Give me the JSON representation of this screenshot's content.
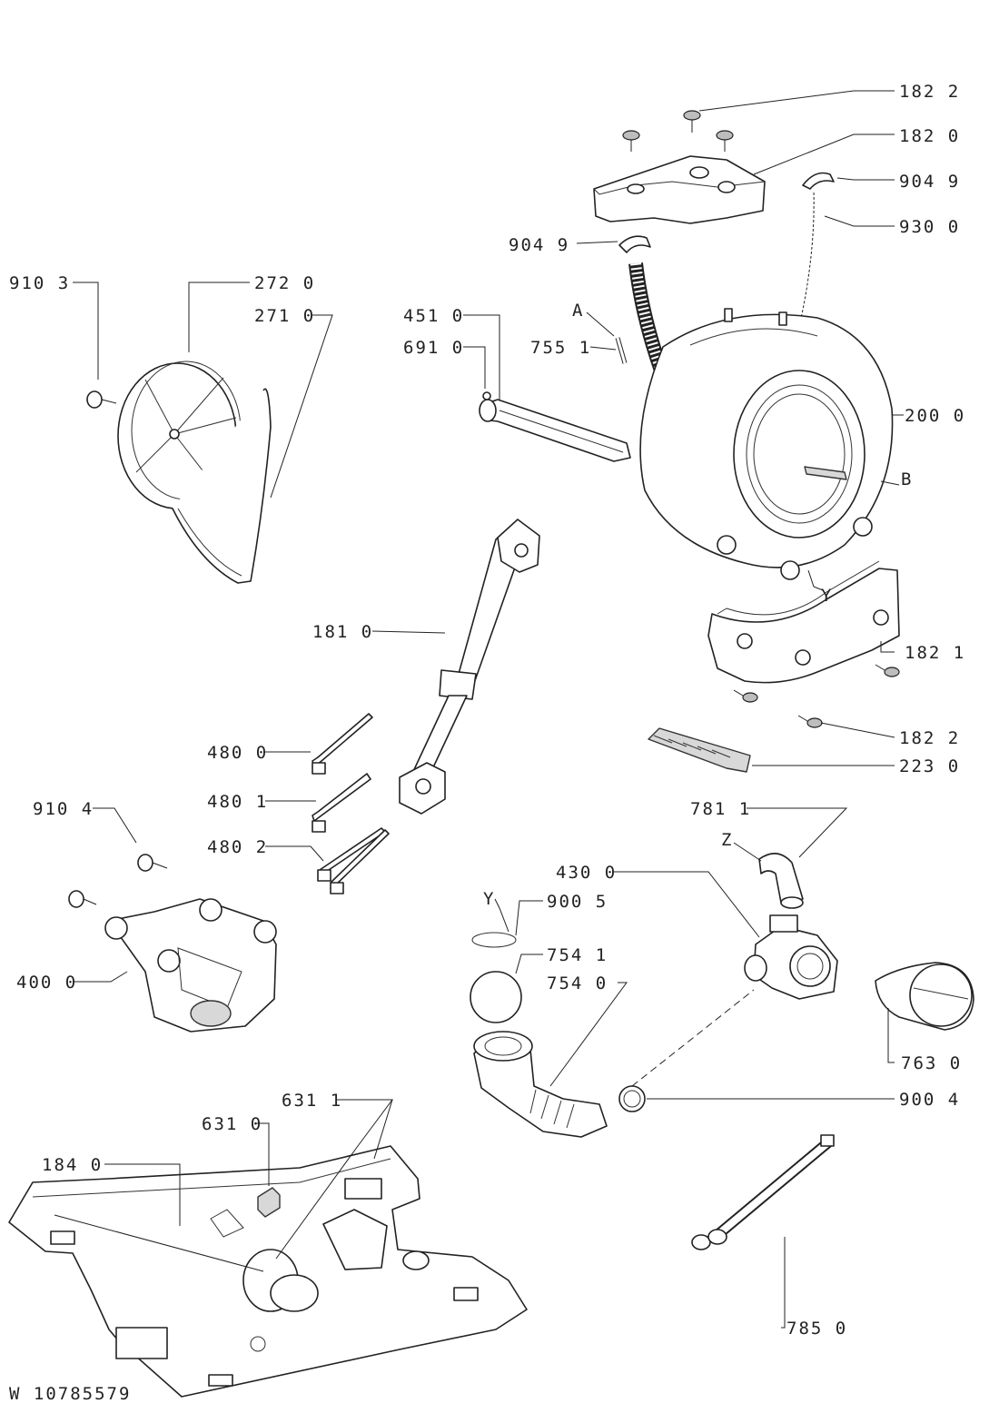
{
  "document": {
    "drawing_number": "W 10785579"
  },
  "callouts": {
    "c182_2_top": "182 2",
    "c182_0": "182 0",
    "c904_9_right": "904 9",
    "c930_0": "930 0",
    "c904_9_left": "904 9",
    "c910_3": "910 3",
    "c272_0": "272 0",
    "c271_0": "271 0",
    "c451_0": "451 0",
    "c691_0": "691 0",
    "c755_1": "755 1",
    "letter_A": "A",
    "c200_0": "200 0",
    "letter_B": "B",
    "letter_Y_tub": "Y",
    "c181_0": "181 0",
    "c182_1": "182 1",
    "c182_2_bottom": "182 2",
    "c223_0": "223 0",
    "c480_0": "480 0",
    "c480_1": "480 1",
    "c480_2": "480 2",
    "c910_4": "910 4",
    "c781_1": "781 1",
    "letter_Z": "Z",
    "c430_0": "430 0",
    "letter_Y_clip": "Y",
    "c900_5": "900 5",
    "c754_1": "754 1",
    "c754_0": "754 0",
    "c400_0": "400 0",
    "c763_0": "763 0",
    "c900_4": "900 4",
    "c631_1": "631 1",
    "c631_0": "631 0",
    "c184_0": "184 0",
    "c785_0": "785 0"
  }
}
